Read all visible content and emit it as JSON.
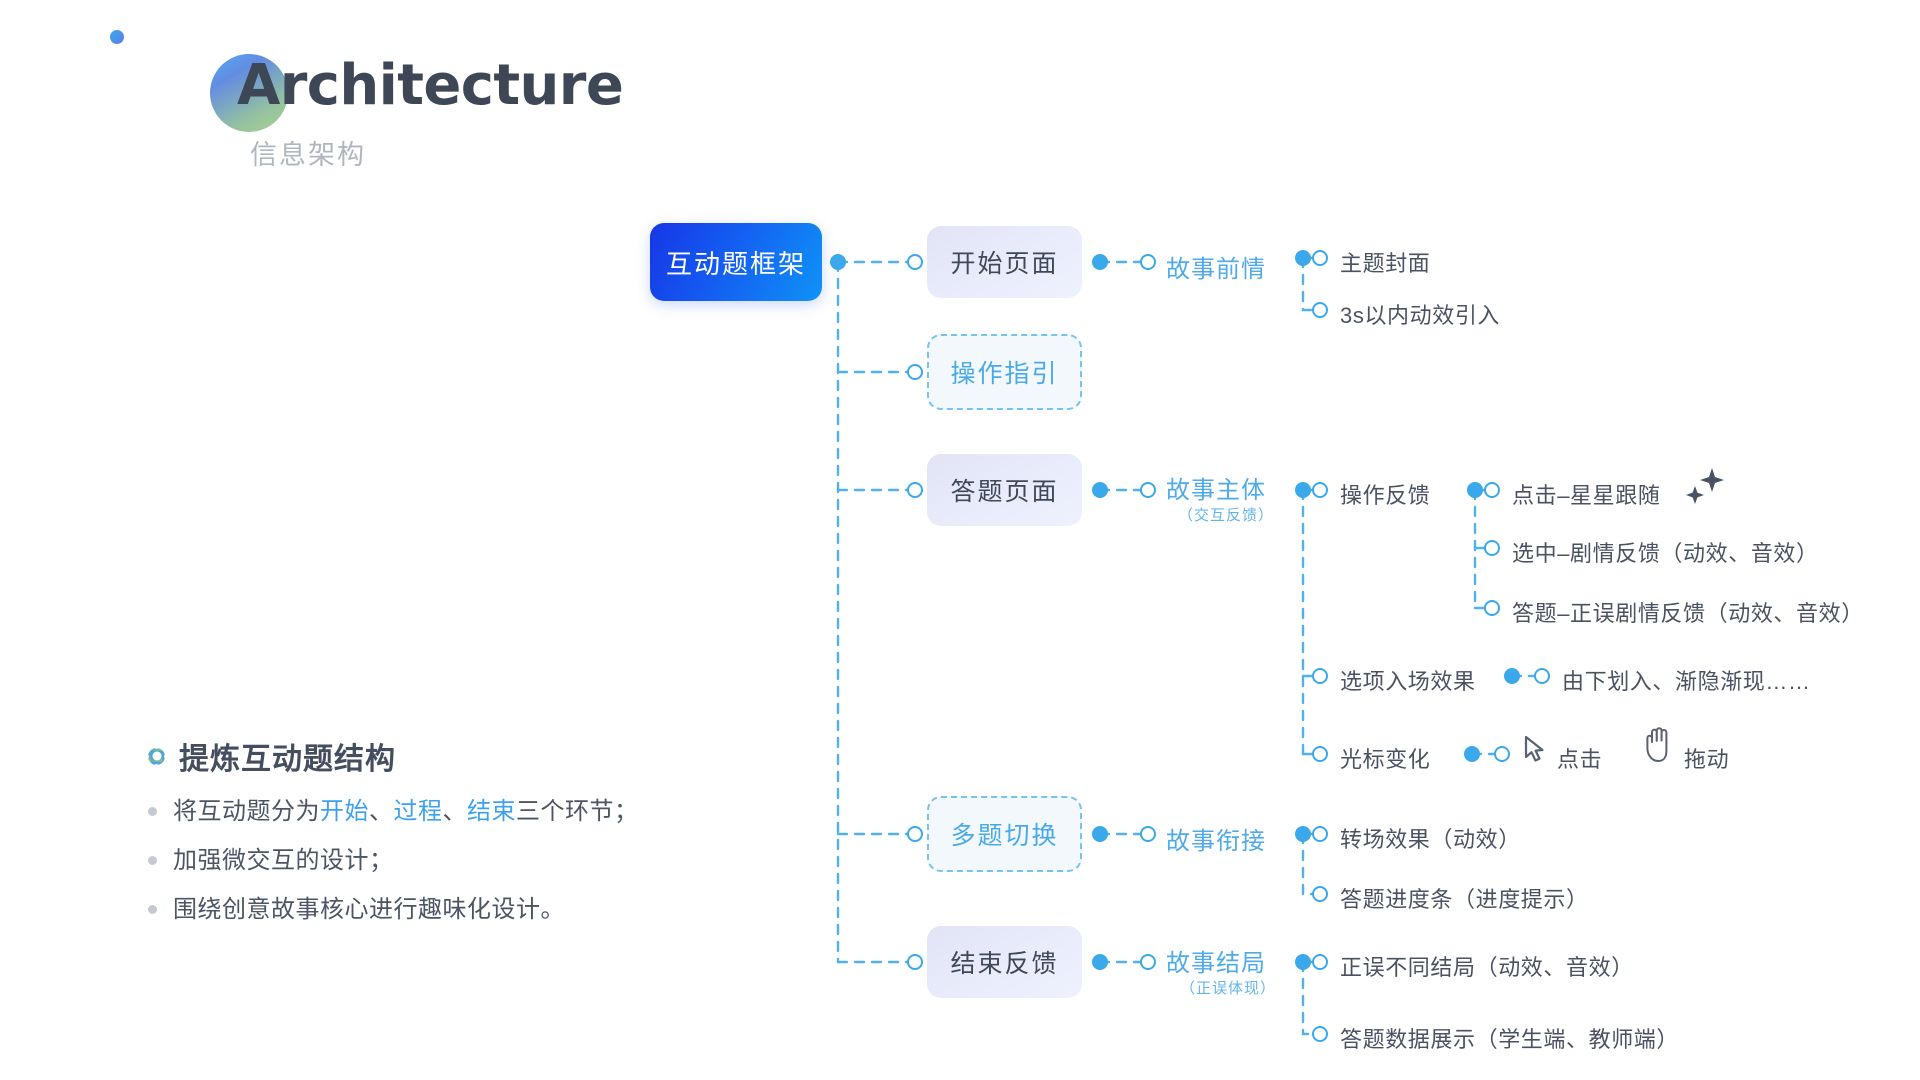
{
  "header": {
    "title": "Architecture",
    "subtitle": "信息架构",
    "dot_icon": "gradient-dot-icon",
    "blob_icon": "gradient-circle-icon"
  },
  "summary": {
    "ring_icon": "gradient-ring-icon",
    "title": "提炼互动题结构",
    "items": [
      {
        "before": "将互动题分为",
        "k1": "开始",
        "sep1": "、",
        "k2": "过程",
        "sep2": "、",
        "k3": "结束",
        "after": "三个环节；"
      },
      {
        "before": "加强微交互的设计；",
        "k1": "",
        "sep1": "",
        "k2": "",
        "sep2": "",
        "k3": "",
        "after": ""
      },
      {
        "before": "围绕创意故事核心进行趣味化设计。",
        "k1": "",
        "sep1": "",
        "k2": "",
        "sep2": "",
        "k3": "",
        "after": ""
      }
    ]
  },
  "mindmap": {
    "root": {
      "label": "互动题框架"
    },
    "branches": [
      {
        "node": {
          "label": "开始页面",
          "style": "solid"
        },
        "category": {
          "label": "故事前情",
          "sublabel": ""
        },
        "leaves": [
          {
            "label": "主题封面"
          },
          {
            "label": "3s以内动效引入"
          }
        ]
      },
      {
        "node": {
          "label": "操作指引",
          "style": "dashed"
        },
        "category": {
          "label": "",
          "sublabel": ""
        },
        "leaves": []
      },
      {
        "node": {
          "label": "答题页面",
          "style": "solid"
        },
        "category": {
          "label": "故事主体",
          "sublabel": "（交互反馈）"
        },
        "leaves": [
          {
            "label": "操作反馈"
          },
          {
            "label": "选项入场效果"
          },
          {
            "label": "光标变化"
          }
        ],
        "sub_leaves": [
          {
            "label": "点击–星星跟随",
            "icon": "sparkles-icon"
          },
          {
            "label": "选中–剧情反馈（动效、音效）"
          },
          {
            "label": "答题–正误剧情反馈（动效、音效）"
          }
        ],
        "option_detail": {
          "label": "由下划入、渐隐渐现……"
        },
        "cursor_details": [
          {
            "label": "点击",
            "icon": "cursor-arrow-icon"
          },
          {
            "label": "拖动",
            "icon": "hand-drag-icon"
          }
        ]
      },
      {
        "node": {
          "label": "多题切换",
          "style": "dashed"
        },
        "category": {
          "label": "故事衔接",
          "sublabel": ""
        },
        "leaves": [
          {
            "label": "转场效果（动效）"
          },
          {
            "label": "答题进度条（进度提示）"
          }
        ]
      },
      {
        "node": {
          "label": "结束反馈",
          "style": "solid"
        },
        "category": {
          "label": "故事结局",
          "sublabel": "（正误体现）"
        },
        "leaves": [
          {
            "label": "正误不同结局（动效、音效）"
          },
          {
            "label": "答题数据展示（学生端、教师端）"
          }
        ]
      }
    ]
  },
  "colors": {
    "accent_blue": "#3aa8ea",
    "root_gradient_start": "#1636e6",
    "root_gradient_end": "#0f93f6",
    "text_dark": "#4a5262",
    "text_muted": "#b0b6c0"
  }
}
